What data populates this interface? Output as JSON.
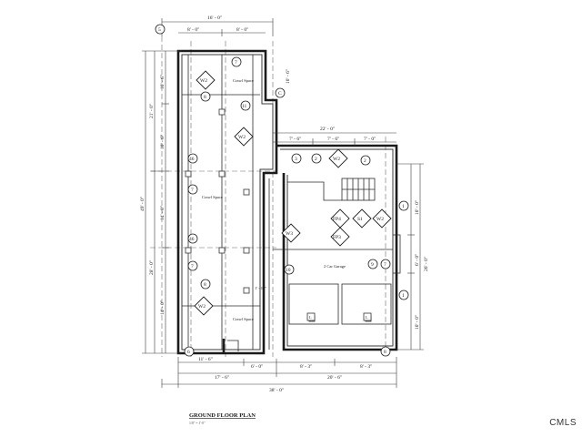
{
  "title": "GROUND FLOOR PLAN",
  "scale": "1/8\" = 1'-0\"",
  "watermark": "CMLS",
  "rooms": {
    "crawl_top": "Crawl Space",
    "crawl_mid": "Crawl Space",
    "crawl_bottom": "Crawl Space",
    "garage": "2 Car Garage"
  },
  "dims": {
    "top_overall": "16' - 0\"",
    "top_left": "8' - 0\"",
    "top_right": "8' - 0\"",
    "garage_top": "22' - 0\"",
    "garage_seg1": "7' - 6\"",
    "garage_seg2": "7' - 6\"",
    "garage_seg3": "7' - 0\"",
    "left_overall": "49' - 0\"",
    "left_upper": "21' - 0\"",
    "left_lower": "28' - 0\"",
    "left_seg1": "10' - 6\"",
    "left_seg2": "10' - 6\"",
    "left_seg3": "14' - 0\"",
    "left_seg4": "14' - 0\"",
    "right_overall": "26' - 0\"",
    "right_seg1": "10' - 0\"",
    "right_seg2": "6' - 0\"",
    "right_seg3": "10' - 0\"",
    "right_notch": "10' - 6\"",
    "bottom_a1": "11' - 6\"",
    "bottom_a2": "6' - 0\"",
    "bottom_a3": "8' - 3\"",
    "bottom_a4": "8' - 3\"",
    "bottom_b1": "17' - 6\"",
    "bottom_b2": "20' - 6\"",
    "bottom_overall": "38' - 0\"",
    "inner_note": "1' - 10\""
  },
  "tags": {
    "c5": "5",
    "c7a": "7",
    "c8a": "8",
    "c11": "11",
    "c46a": "46",
    "c7b": "7",
    "c46b": "46",
    "c7c": "7",
    "c8b": "8",
    "c10": "10",
    "c3": "3",
    "c2a": "2",
    "c2b": "2",
    "c1a": "1",
    "c1b": "1",
    "c9": "9",
    "c7d": "7",
    "c6": "6",
    "c8c": "8",
    "cA": "C"
  },
  "diamonds": {
    "d1": "W2",
    "d2": "W2",
    "d3": "W2",
    "d4": "W2",
    "d5": "W3",
    "d6": "FP4",
    "d7": "FP3",
    "d8": "S1",
    "d9": "W2"
  },
  "doors": {
    "l1": "L",
    "l2": "L"
  }
}
